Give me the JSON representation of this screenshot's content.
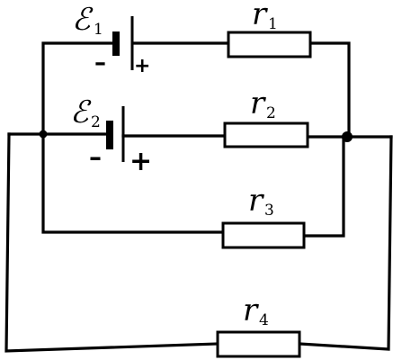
{
  "sources": [
    {
      "symbol": "ℰ",
      "index": "1",
      "minus": "–",
      "plus": "+"
    },
    {
      "symbol": "ℰ",
      "index": "2",
      "minus": "–",
      "plus": "+"
    }
  ],
  "resistors": [
    {
      "symbol": "r",
      "index": "1"
    },
    {
      "symbol": "r",
      "index": "2"
    },
    {
      "symbol": "r",
      "index": "3"
    },
    {
      "symbol": "r",
      "index": "4"
    }
  ]
}
